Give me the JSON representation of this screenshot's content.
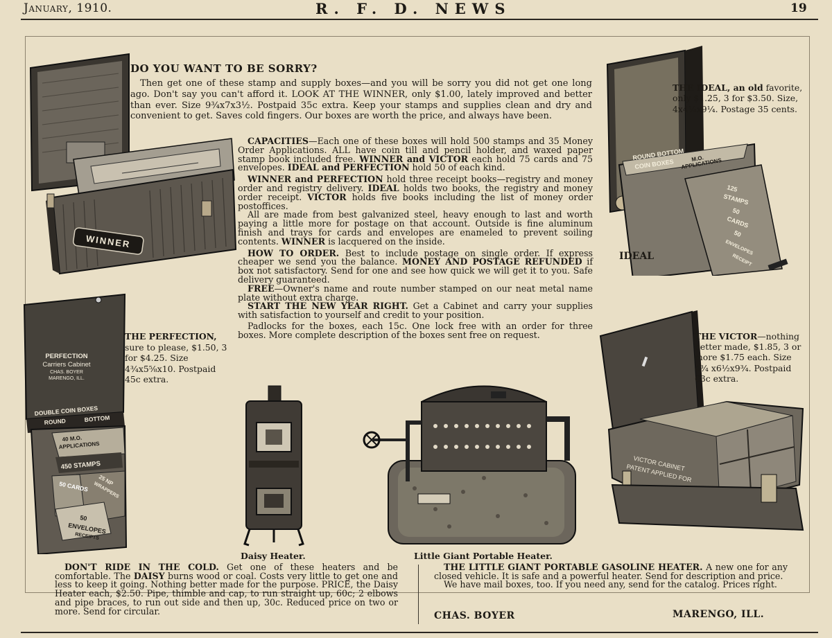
{
  "header": {
    "date": "January, 1910.",
    "title": "R. F. D. NEWS",
    "page": "19"
  },
  "main": {
    "heading": "DO YOU WANT TO BE SORRY?",
    "intro": "Then get one of these stamp and supply boxes—and you will be sorry you did not get one long ago. Don't say you can't afford it. LOOK AT THE WINNER, only $1.00, lately improved and better than ever. Size 9¾x7x3½. Postpaid 35c extra. Keep your stamps and supplies clean and dry and convenient to get. Saves cold fingers. Our boxes are worth the price, and always have been.",
    "capacities_label": "CAPACITIES",
    "capacities": "—Each one of these boxes will hold 500 stamps and 35 Money Order Applications. ALL have coin till and pencil holder, and waxed paper stamp book included free.",
    "winner_victor": "WINNER and VICTOR",
    "capacities_2": "each hold 75 cards and 75 envelopes.",
    "ideal_perfection": "IDEAL and PERFECTION",
    "capacities_3": "hold 50 of each kind.",
    "winner_perfection": "WINNER and PERFECTION",
    "receipt_1": "hold three receipt books—registry and money order and registry delivery.",
    "ideal_word": "IDEAL",
    "receipt_2": "holds two books, the registry and money order receipt.",
    "victor_word": "VICTOR",
    "receipt_3": "holds five books including the list of money order postoffices.",
    "material": "All are made from best galvanized steel, heavy enough to last and worth paying a little more for postage on that account. Outside is fine aluminum finish and trays for cards and envelopes are enameled to prevent soiling contents.",
    "winner_word": "WINNER",
    "material_2": "is lacquered on the inside.",
    "how_label": "HOW TO ORDER.",
    "how_text": "Best to include postage on single order. If express cheaper we send you the balance.",
    "refund_label": "MONEY AND POSTAGE REFUNDED",
    "refund_text": "if box not satisfactory. Send for one and see how quick we will get it to you. Safe delivery guaranteed.",
    "free_label": "FREE",
    "free_text": "—Owner's name and route number stamped on our neat metal name plate without extra charge.",
    "start_label": "START THE NEW YEAR RIGHT.",
    "start_text": "Get a Cabinet and carry your supplies with satisfaction to yourself and credit to your position.",
    "padlocks": "Padlocks for the boxes, each 15c. One lock free with an order for three boxes. More complete description of the boxes sent free on request."
  },
  "ideal": {
    "label": "THE IDEAL, an old",
    "text": "favorite, only $1.25, 3 for $3.50. Size, 4x4¼x9¼. Postage 35 cents.",
    "caption": "IDEAL",
    "box_lines": [
      "ROUND BOTTOM",
      "COIN BOXES",
      "M.O.",
      "APPLICATIONS",
      "125",
      "STAMPS",
      "50",
      "CARDS",
      "50",
      "ENVELOPES",
      "RECEIPT"
    ]
  },
  "perfection": {
    "label": "THE PERFECTION,",
    "text": "sure to please, $1.50, 3 for $4.25. Size 4¾x5⅝x10. Postpaid 45c extra.",
    "box_lines": [
      "PERFECTION",
      "Carriers Cabinet",
      "CHAS. BOYER",
      "MARENGO, ILL.",
      "DOUBLE COIN BOXES",
      "ROUND",
      "BOTTOM",
      "40 M.O.",
      "APPLICATIONS",
      "450 STAMPS",
      "50 CARDS",
      "25 NP",
      "WRAPPERS",
      "50",
      "ENVELOPES",
      "RECEIPTS"
    ]
  },
  "winner_box": {
    "plate": "WINNER"
  },
  "victor": {
    "label": "THE VICTOR",
    "text": "—nothing better made, $1.85, 3 or more $1.75 each. Size 4¾ x6½x9¾. Postpaid 63c extra.",
    "box_lines": [
      "VICTOR CABINET",
      "PATENT APPLIED FOR"
    ]
  },
  "captions": {
    "daisy": "Daisy Heater.",
    "little_giant": "Little Giant Portable Heater."
  },
  "bottom_left": {
    "label": "DON'T RIDE IN THE COLD.",
    "text_1": "Get one of these heaters and be comfortable. The",
    "daisy_word": "DAISY",
    "text_2": "burns wood or coal. Costs very little to get one and less to keep it going. Nothing better made for the purpose. PRICE, the Daisy Heater each, $2.50. Pipe, thimble and cap, to run straight up, 60c; 2 elbows and pipe braces, to run out side and then up, 30c. Reduced price on two or more. Send for circular."
  },
  "bottom_right": {
    "label": "THE LITTLE GIANT PORTABLE GASOLINE HEATER.",
    "text_1": "A new one for any closed vehicle. It is safe and a powerful heater. Send for description and price.",
    "text_2": "We have mail boxes, too. If you need any, send for the catalog. Prices right.",
    "signature": "CHAS. BOYER",
    "location": "MARENGO, ILL."
  }
}
